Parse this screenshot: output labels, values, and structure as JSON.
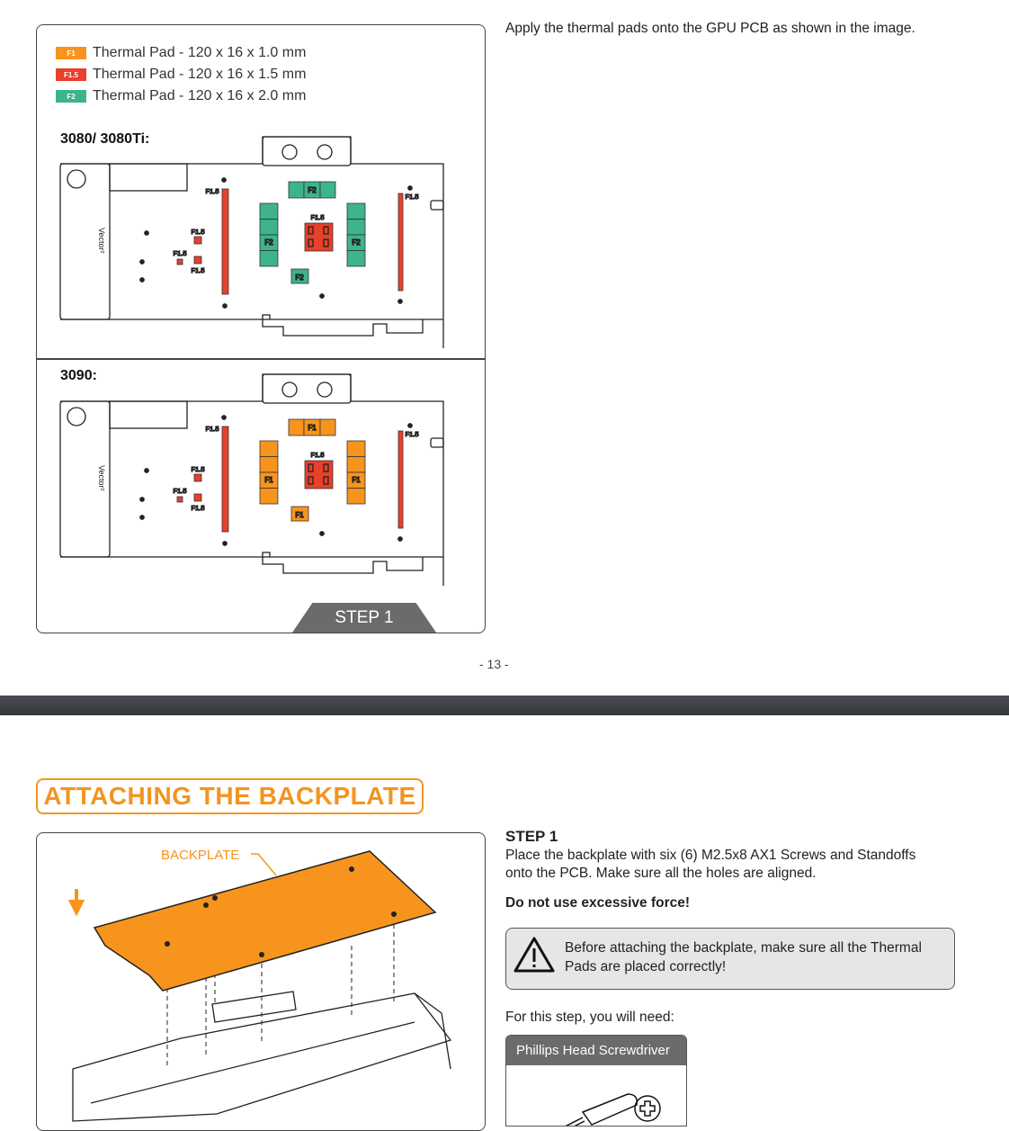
{
  "page1": {
    "instruction": "Apply the thermal pads onto the GPU PCB as shown in the image.",
    "legend": [
      {
        "tag": "F1",
        "label": "Thermal Pad - 120 x 16 x 1.0 mm",
        "color": "#f7941d"
      },
      {
        "tag": "F1.5",
        "label": "Thermal Pad - 120 x 16 x 1.5 mm",
        "color": "#e8402a"
      },
      {
        "tag": "F2",
        "label": "Thermal Pad - 120 x 16 x 2.0 mm",
        "color": "#3db38e"
      }
    ],
    "models": [
      {
        "title": "3080/ 3080Ti:",
        "mem_pad": "F2",
        "mem_color": "#3db38e"
      },
      {
        "title": "3090:",
        "mem_pad": "F1",
        "mem_color": "#f7941d"
      }
    ],
    "vrm_pad": "F1.5",
    "vrm_color": "#e8402a",
    "brand": "Vector²",
    "step_tab": "STEP 1",
    "page_number": "- 13 -"
  },
  "page2": {
    "heading": "ATTACHING THE BACKPLATE",
    "backplate_label": "BACKPLATE",
    "step_title": "STEP 1",
    "step_text_1": "Place the backplate with six (6) M2.5x8 AX1 Screws and Standoffs",
    "step_text_2": "onto the PCB. Make sure all the holes are aligned.",
    "bold_warning": "Do not use excessive force!",
    "caution_1": "Before attaching the backplate, make sure all the Thermal",
    "caution_2": "Pads are placed correctly!",
    "need": "For this step, you will need:",
    "tool": "Phillips Head Screwdriver"
  }
}
